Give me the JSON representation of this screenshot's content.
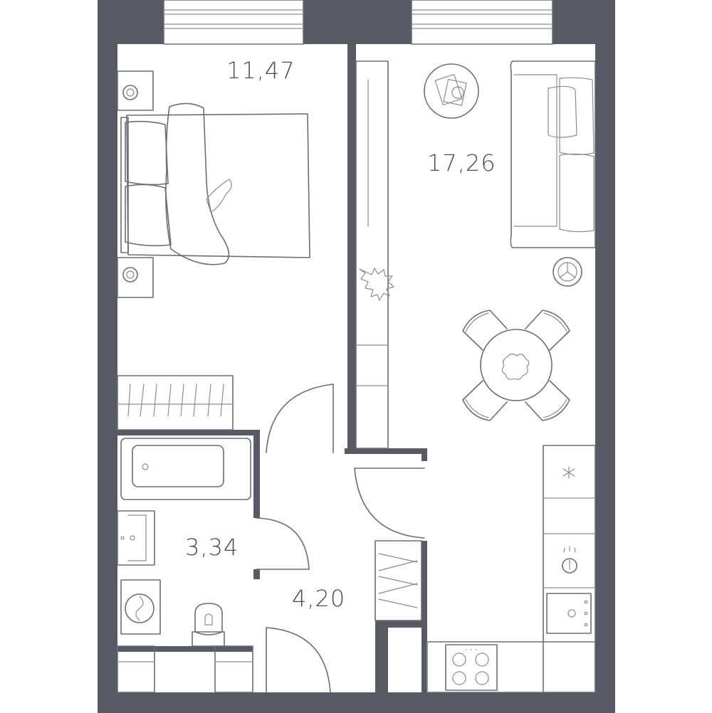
{
  "floorplan": {
    "wall_color": "#575a63",
    "line_color": "#6b6e76",
    "rooms": [
      {
        "id": "bedroom",
        "area": "11,47"
      },
      {
        "id": "living-kitchen",
        "area": "17,26"
      },
      {
        "id": "bathroom",
        "area": "3,34"
      },
      {
        "id": "hallway",
        "area": "4,20"
      }
    ],
    "icons": [
      "bed-icon",
      "sofa-icon",
      "dining-table-icon",
      "bathtub-icon",
      "sink-icon",
      "toilet-icon",
      "washing-machine-icon",
      "stove-icon",
      "kitchen-sink-icon",
      "wardrobe-icon",
      "door-icon",
      "window-icon",
      "plant-icon"
    ]
  }
}
